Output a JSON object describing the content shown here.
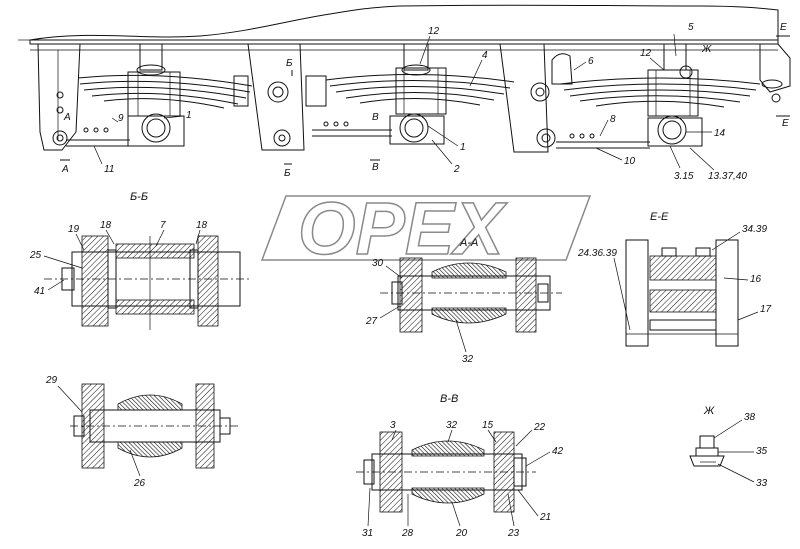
{
  "watermark": {
    "text": "OPEX"
  },
  "sections": {
    "bb": "Б-Б",
    "ee": "Е-Е",
    "aa": "А-А",
    "vv": "В-В",
    "zh": "Ж"
  },
  "view_markers": {
    "a_left": "А",
    "a_bottom": "А",
    "b_mid": "Б",
    "b_bottom": "Б",
    "v_mid": "В",
    "v_bottom": "В",
    "e_top": "Е",
    "e_bottom": "Е",
    "zh_top": "Ж"
  },
  "top_callouts": {
    "c9": "9",
    "c1a": "1",
    "c11": "11",
    "c12a": "12",
    "c4": "4",
    "c1b": "1",
    "c2": "2",
    "c5": "5",
    "c12b": "12",
    "c6": "6",
    "c8": "8",
    "c10": "10",
    "c14": "14",
    "c315": "3.15",
    "c1337": "13.37,40"
  },
  "bb_callouts": {
    "c19": "19",
    "c18a": "18",
    "c7": "7",
    "c18b": "18",
    "c25": "25",
    "c41": "41"
  },
  "aa_callouts": {
    "c30": "30",
    "c27": "27",
    "c32": "32"
  },
  "ee_callouts": {
    "c3439": "34.39",
    "c243639": "24.36.39",
    "c16": "16",
    "c17": "17"
  },
  "left_callouts": {
    "c29": "29",
    "c26": "26"
  },
  "vv_callouts": {
    "c3": "3",
    "c32": "32",
    "c15": "15",
    "c22": "22",
    "c42": "42",
    "c21": "21",
    "c31": "31",
    "c28": "28",
    "c20": "20",
    "c23": "23"
  },
  "zh_callouts": {
    "c38": "38",
    "c35": "35",
    "c33": "33"
  }
}
